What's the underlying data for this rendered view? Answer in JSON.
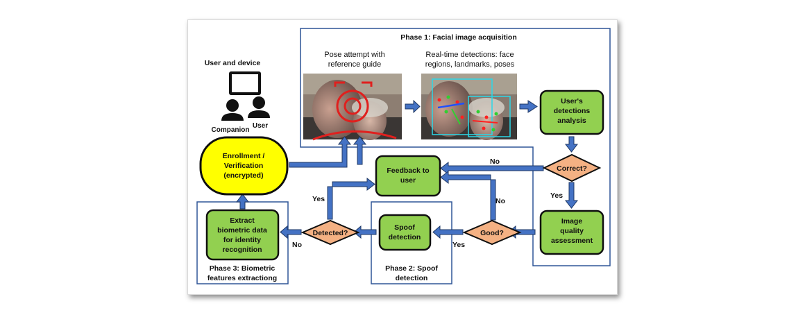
{
  "phase1": {
    "title": "Phase 1: Facial image acquisition"
  },
  "phase2": {
    "title_line1": "Phase 2: Spoof",
    "title_line2": "detection"
  },
  "phase3": {
    "title_line1": "Phase 3: Biometric",
    "title_line2": "features extractiong"
  },
  "photos": {
    "pose": {
      "caption_line1": "Pose attempt with",
      "caption_line2": "reference guide"
    },
    "detections": {
      "caption_line1": "Real-time detections: face",
      "caption_line2": "regions, landmarks, poses"
    }
  },
  "user_device": {
    "title": "User and device",
    "user": "User",
    "companion": "Companion"
  },
  "nodes": {
    "analysis": [
      "User's",
      "detections",
      "analysis"
    ],
    "correct": "Correct?",
    "quality": [
      "Image",
      "quality",
      "assessment"
    ],
    "good": "Good?",
    "spoof": [
      "Spoof",
      "detection"
    ],
    "detected": "Detected?",
    "extract": [
      "Extract",
      "biometric data",
      "for identity",
      "recognition"
    ],
    "feedback": [
      "Feedback to",
      "user"
    ],
    "enroll": [
      "Enrollment /",
      "Verification",
      "(encrypted)"
    ]
  },
  "edges": {
    "correct_no": "No",
    "correct_yes": "Yes",
    "good_no": "No",
    "good_yes": "Yes",
    "detected_yes": "Yes",
    "detected_no": "No"
  },
  "colors": {
    "process_fill": "#92d050",
    "process_stroke": "#0f0f0f",
    "decision_fill": "#f4b183",
    "enroll_fill": "#ffff00",
    "arrow_fill": "#4472c4",
    "arrow_stroke": "#1f3864",
    "phase_border": "#2f5597"
  }
}
